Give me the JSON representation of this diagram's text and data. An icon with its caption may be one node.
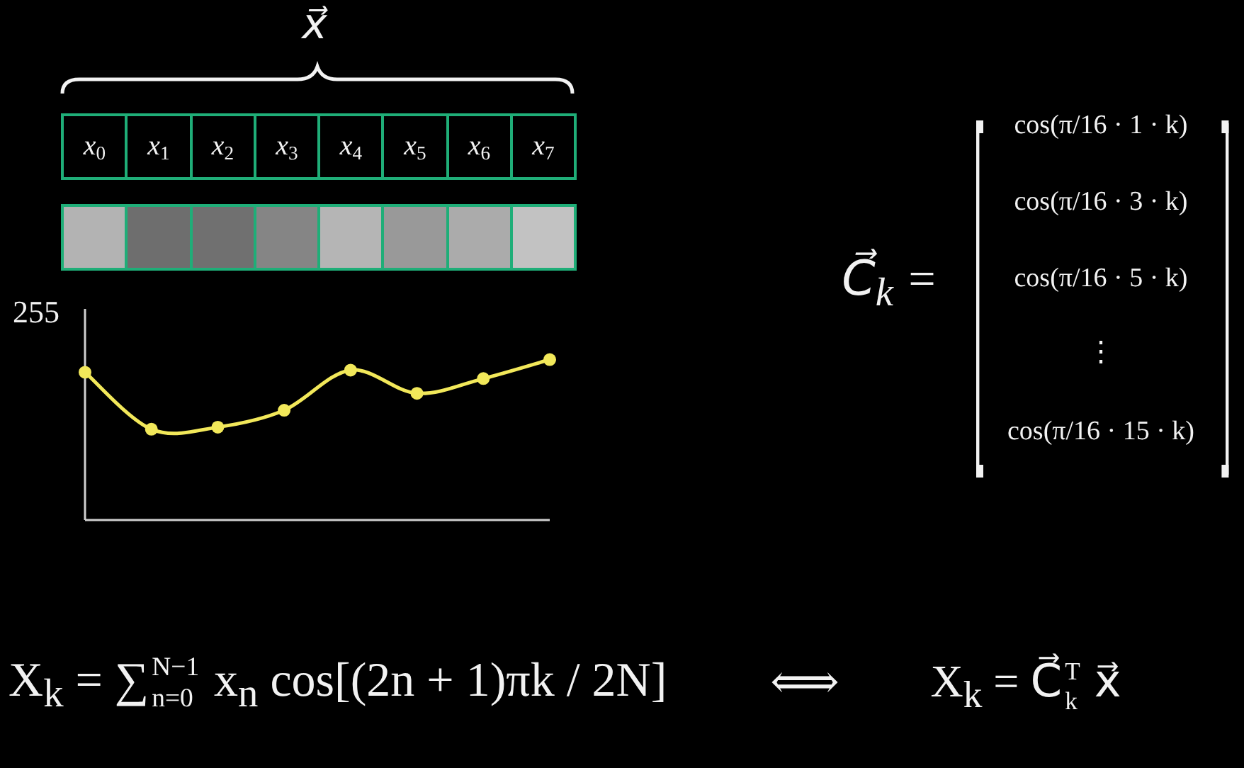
{
  "diagram": {
    "nodes": [
      {
        "text": [
          "x$_{0}$"
        ]
      },
      {
        "text": [
          "x$_{1}$"
        ]
      },
      {
        "text": [
          "x$_{2}$"
        ]
      },
      {
        "text": [
          "x$_{3}$"
        ]
      },
      {
        "text": [
          "x$_{4}$"
        ]
      },
      {
        "text": [
          "x$_{5}$"
        ]
      },
      {
        "text": [
          "x$_{6}$"
        ]
      },
      {
        "text": [
          "x$_{7}$"
        ]
      },
      {
        "text": [],
        "shape": "box"
      },
      {
        "text": [],
        "shape": "box"
      },
      {
        "text": [],
        "shape": "box"
      },
      {
        "text": [],
        "shape": "box"
      },
      {
        "text": [],
        "shape": "box"
      },
      {
        "text": [],
        "shape": "box"
      },
      {
        "text": [],
        "shape": "box"
      },
      {
        "text": [],
        "shape": "box"
      }
    ],
    "labels": [
      "x⃗",
      "255",
      "C⃗$_{k}$ =",
      "cos(π/16 · 1 · k)",
      "cos(π/16 · 3 · k)",
      "cos(π/16 · 5 · k)",
      "⋮",
      "cos(π/16 · 15 · k)",
      "X$_{k}$ = ∑$_{n=0}$$^{N−1}$ x$_{n}$ cos[(2n + 1)πk / 2N]",
      "⟺",
      "X$_{k}$ = C⃗$_{k}$$^{T}$ x⃗"
    ]
  }
}
